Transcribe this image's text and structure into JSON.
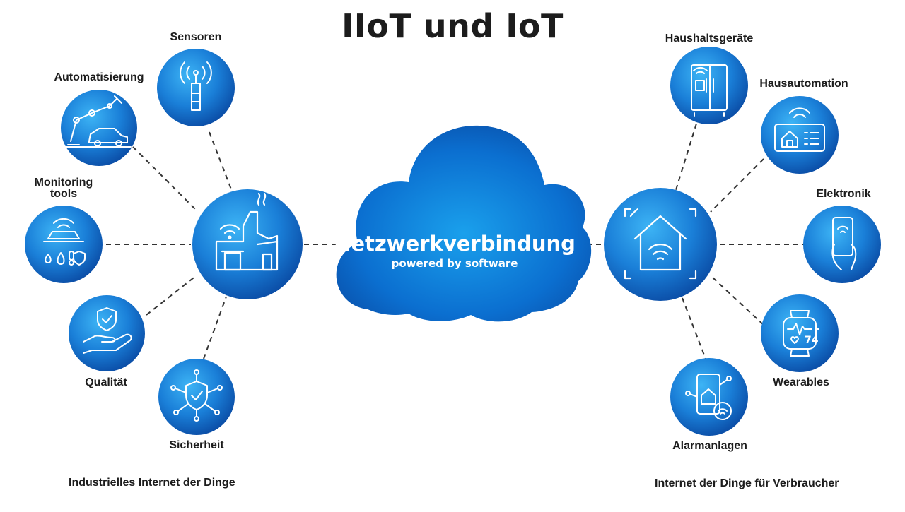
{
  "title": "IIoT und IoT",
  "cloud": {
    "title": "Netzwerkverbindung",
    "subtitle": "powered by software"
  },
  "left_group_label": "Industrielles Internet der Dinge",
  "right_group_label": "Internet der Dinge für Verbraucher",
  "left_nodes": {
    "sensoren": "Sensoren",
    "automatisierung": "Automatisierung",
    "monitoring_line1": "Monitoring",
    "monitoring_line2": "tools",
    "qualitaet": "Qualität",
    "sicherheit": "Sicherheit"
  },
  "right_nodes": {
    "haushaltsgeraete": "Haushaltsgeräte",
    "hausautomation": "Hausautomation",
    "elektronik": "Elektronik",
    "wearables": "Wearables",
    "alarmanlagen": "Alarmanlagen"
  },
  "wearable_reading": "74",
  "colors": {
    "circle_light": "#2fa8ef",
    "circle_dark": "#0a4fa8",
    "cloud": "#0b6fd0",
    "connector": "#333333",
    "text": "#1c1c1c"
  }
}
